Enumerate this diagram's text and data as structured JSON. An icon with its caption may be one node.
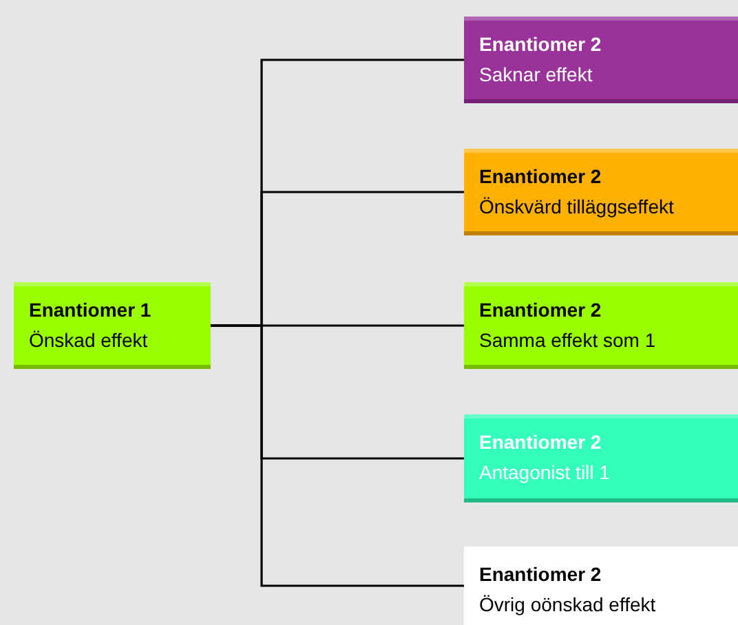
{
  "diagram": {
    "nodes": [
      {
        "text": [
          "Enantiomer 1",
          "Önskad effekt"
        ]
      },
      {
        "text": [
          "Enantiomer 2",
          "Saknar effekt"
        ]
      },
      {
        "text": [
          "Enantiomer 2",
          "Önskvärd tilläggseffekt"
        ]
      },
      {
        "text": [
          "Enantiomer 2",
          "Samma effekt som 1"
        ]
      },
      {
        "text": [
          "Enantiomer 2",
          "Antagonist till 1"
        ]
      },
      {
        "text": [
          "Enantiomer 2",
          "Övrig oönskad effekt"
        ]
      }
    ],
    "edges": [
      {
        "from": 0,
        "to": 1,
        "arrow": "none"
      },
      {
        "from": 0,
        "to": 2,
        "arrow": "none"
      },
      {
        "from": 0,
        "to": 3,
        "arrow": "none"
      },
      {
        "from": 0,
        "to": 4,
        "arrow": "none"
      },
      {
        "from": 0,
        "to": 5,
        "arrow": "none"
      }
    ]
  }
}
